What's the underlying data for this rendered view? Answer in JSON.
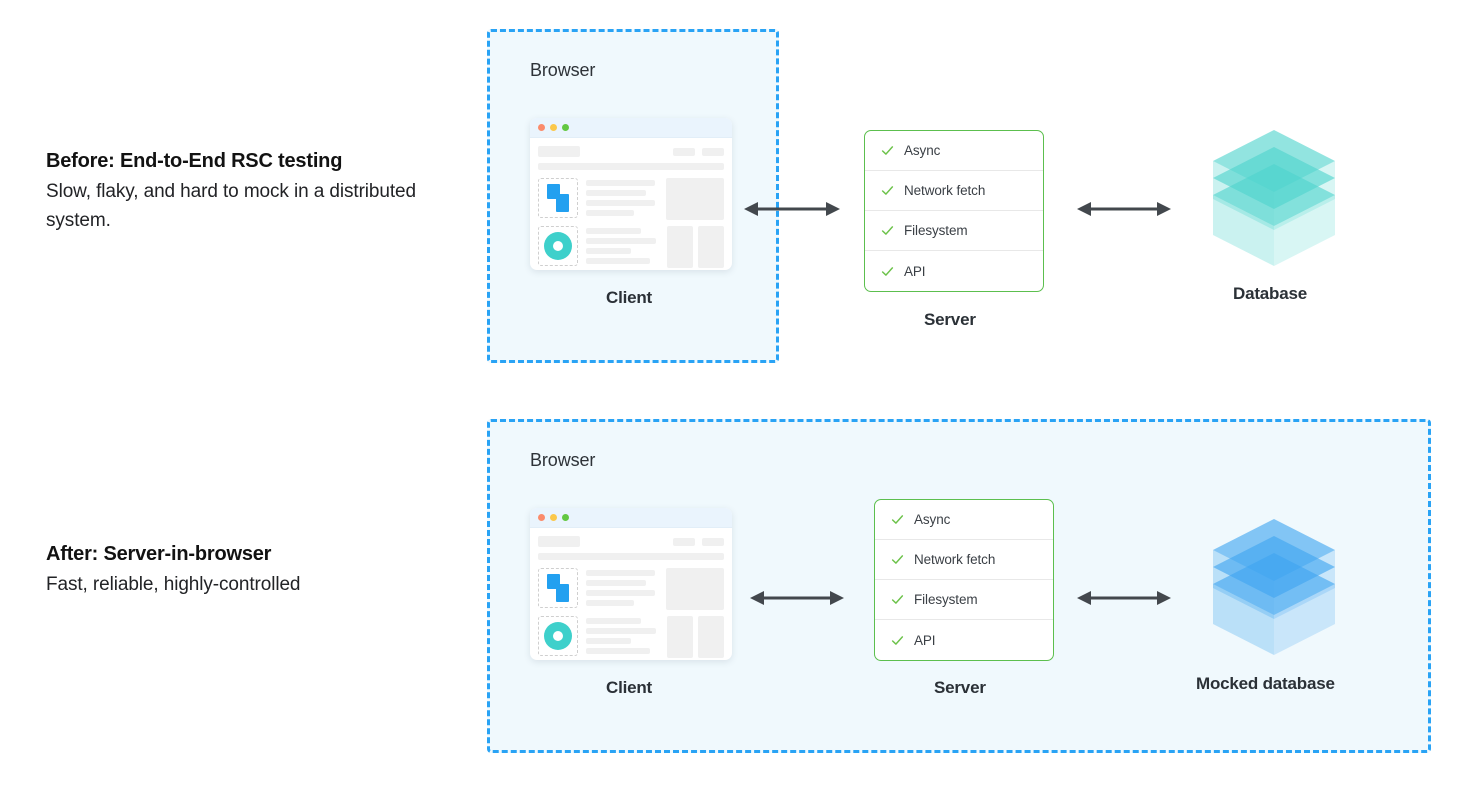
{
  "colors": {
    "page_background": "#ffffff",
    "panel_fill": "#f0f9fd",
    "panel_border": "#29a3f5",
    "server_border": "#5cbf4e",
    "check_green": "#6cc24a",
    "arrow": "#43484d",
    "database_teal": "#4fd4cd",
    "database_blue": "#3fa4f0",
    "icon_blue": "#22a0f0",
    "icon_teal": "#3ed0cb",
    "heading_text": "#121212",
    "body_text": "#222326"
  },
  "captions": {
    "before": {
      "title": "Before: End-to-End RSC testing",
      "subtitle": "Slow, flaky, and hard to mock in a distributed system."
    },
    "after": {
      "title": "After: Server-in-browser",
      "subtitle": "Fast, reliable, highly-controlled"
    }
  },
  "panels": {
    "top": {
      "label": "Browser"
    },
    "bottom": {
      "label": "Browser"
    }
  },
  "server": {
    "items": [
      {
        "label": "Async",
        "icon": "check-icon"
      },
      {
        "label": "Network fetch",
        "icon": "check-icon"
      },
      {
        "label": "Filesystem",
        "icon": "check-icon"
      },
      {
        "label": "API",
        "icon": "check-icon"
      }
    ]
  },
  "nodes": {
    "top": {
      "client_label": "Client",
      "server_label": "Server",
      "database_label": "Database"
    },
    "bottom": {
      "client_label": "Client",
      "server_label": "Server",
      "database_label": "Mocked database"
    }
  },
  "browser_mock": {
    "window_dots": [
      "red",
      "yellow",
      "green"
    ],
    "thumb_icons": [
      "zigzag-icon",
      "donut-icon"
    ]
  }
}
